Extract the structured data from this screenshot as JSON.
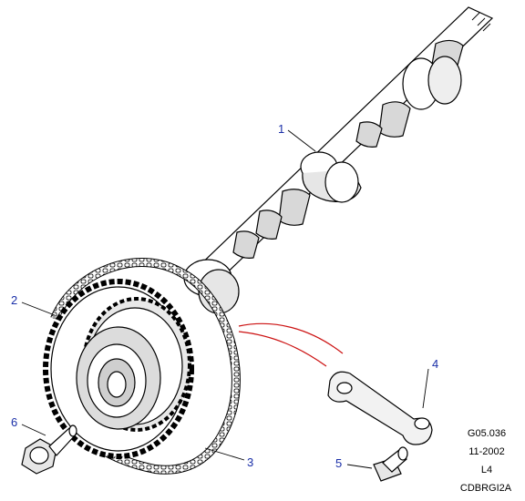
{
  "diagram": {
    "callouts": [
      {
        "id": "1",
        "label": "1",
        "part": "camshaft"
      },
      {
        "id": "2",
        "label": "2",
        "part": "camshaft-sprocket"
      },
      {
        "id": "3",
        "label": "3",
        "part": "timing-chain"
      },
      {
        "id": "4",
        "label": "4",
        "part": "chain-guide-bracket"
      },
      {
        "id": "5",
        "label": "5",
        "part": "bracket-bolt"
      },
      {
        "id": "6",
        "label": "6",
        "part": "sprocket-bolt"
      }
    ],
    "info": {
      "ref": "G05.036",
      "date": "11-2002",
      "model": "L4",
      "code": "CDBRGI2A"
    },
    "colors": {
      "callout": "#1a2fa8",
      "leader": "#000000",
      "highlight": "#cc1111"
    }
  }
}
